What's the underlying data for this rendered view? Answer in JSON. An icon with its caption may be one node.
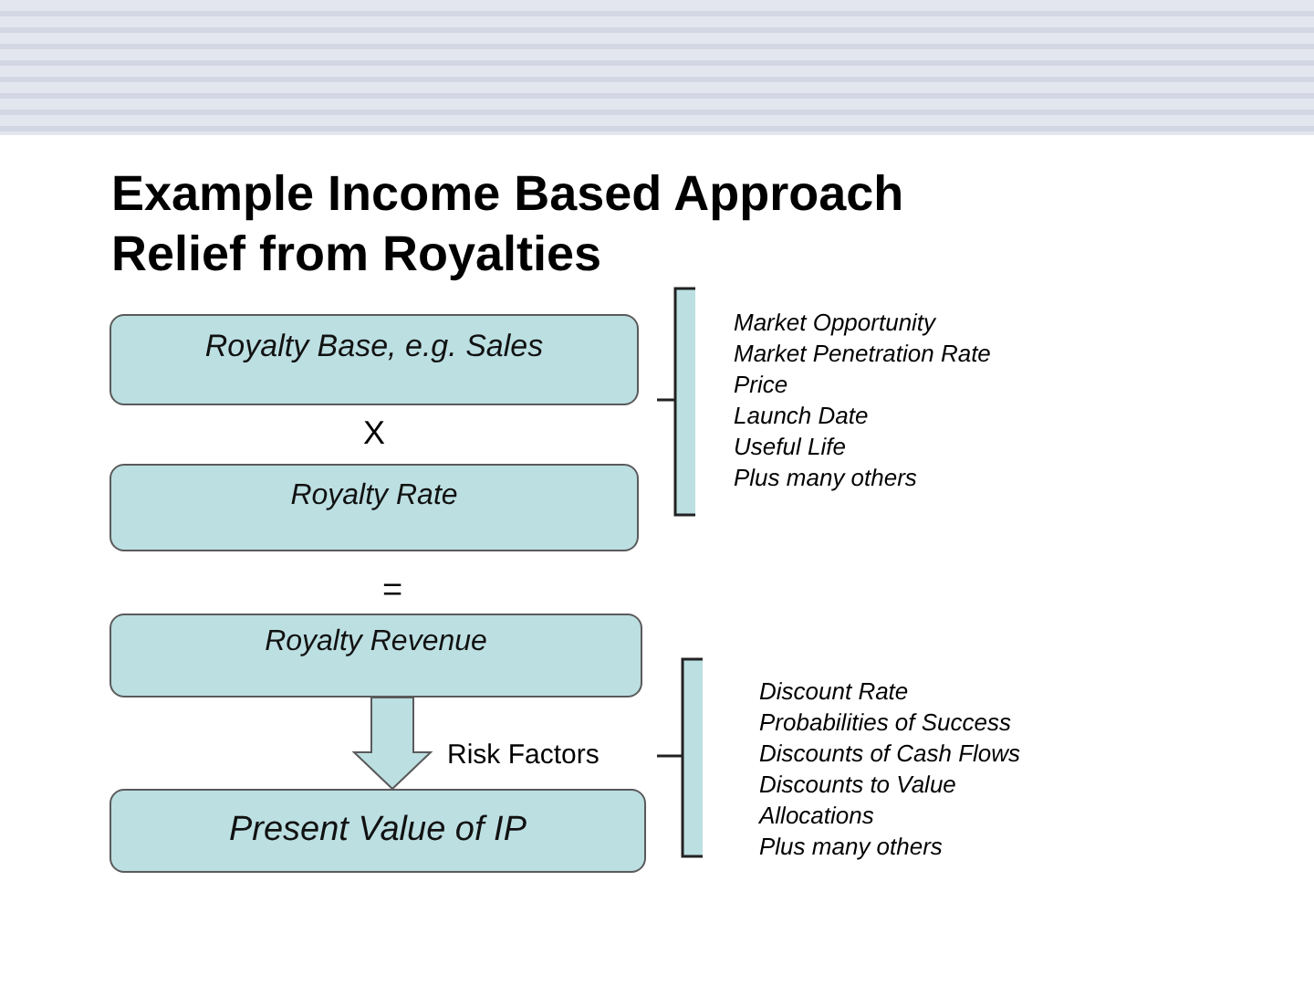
{
  "diagram": {
    "title": "Example Income Based Approach Relief from Royalties",
    "nodes": [
      {
        "text": [
          "Royalty Base, e.g. Sales"
        ]
      },
      {
        "text": [
          "Royalty Rate"
        ]
      },
      {
        "text": [
          "Royalty Revenue"
        ]
      },
      {
        "text": [
          "Present Value of IP"
        ]
      }
    ],
    "edges": [
      {
        "from": 2,
        "to": 3,
        "arrow": "to",
        "label": "Risk Factors",
        "style": "thick"
      }
    ],
    "labels": [
      "Market Opportunity",
      "Market Penetration Rate",
      "Price",
      "Launch Date",
      "Useful Life",
      "Plus many others",
      "X",
      "=",
      "Discount Rate",
      "Probabilities of Success",
      "Discounts of Cash Flows",
      "Discounts to Value",
      "Allocations",
      "Plus many others"
    ]
  }
}
